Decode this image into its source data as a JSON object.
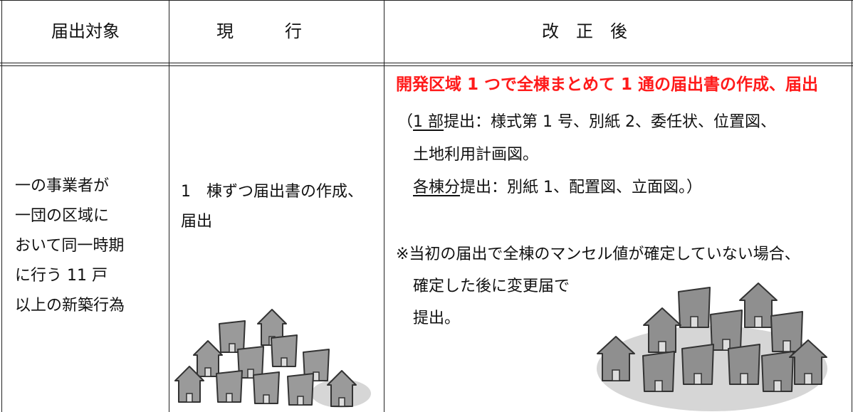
{
  "table": {
    "headers": [
      "届出対象",
      "現　　　行",
      "改　正　後"
    ],
    "target": [
      "一の事業者が",
      "一団の区域に",
      "おいて同一時期",
      "に行う 11 戸",
      "以上の新築行為"
    ],
    "current": [
      "1　棟ずつ届出書の作成、",
      "届出"
    ],
    "revised": {
      "headline": "開発区域 1 つで全棟まとめて 1 通の届出書の作成、届出",
      "line1_open": "（",
      "line1_underlined": "1 部",
      "line1_rest": "提出：様式第 1 号、別紙 2、委任状、位置図、",
      "line2": "土地利用計画図。",
      "line3_underlined": "各棟分",
      "line3_rest": "提出：別紙 1、配置図、立面図。）",
      "note1": "※当初の届出で全棟のマンセル値が確定していない場合、",
      "note2": "確定した後に変更届で",
      "note3": "提出。"
    }
  },
  "colors": {
    "accent_red": "#ff1a1a",
    "house_fill": "#9a9a9a",
    "ground_fill": "#d6d6d6"
  },
  "illustrations": [
    "houses-small-illustration",
    "houses-large-illustration"
  ]
}
